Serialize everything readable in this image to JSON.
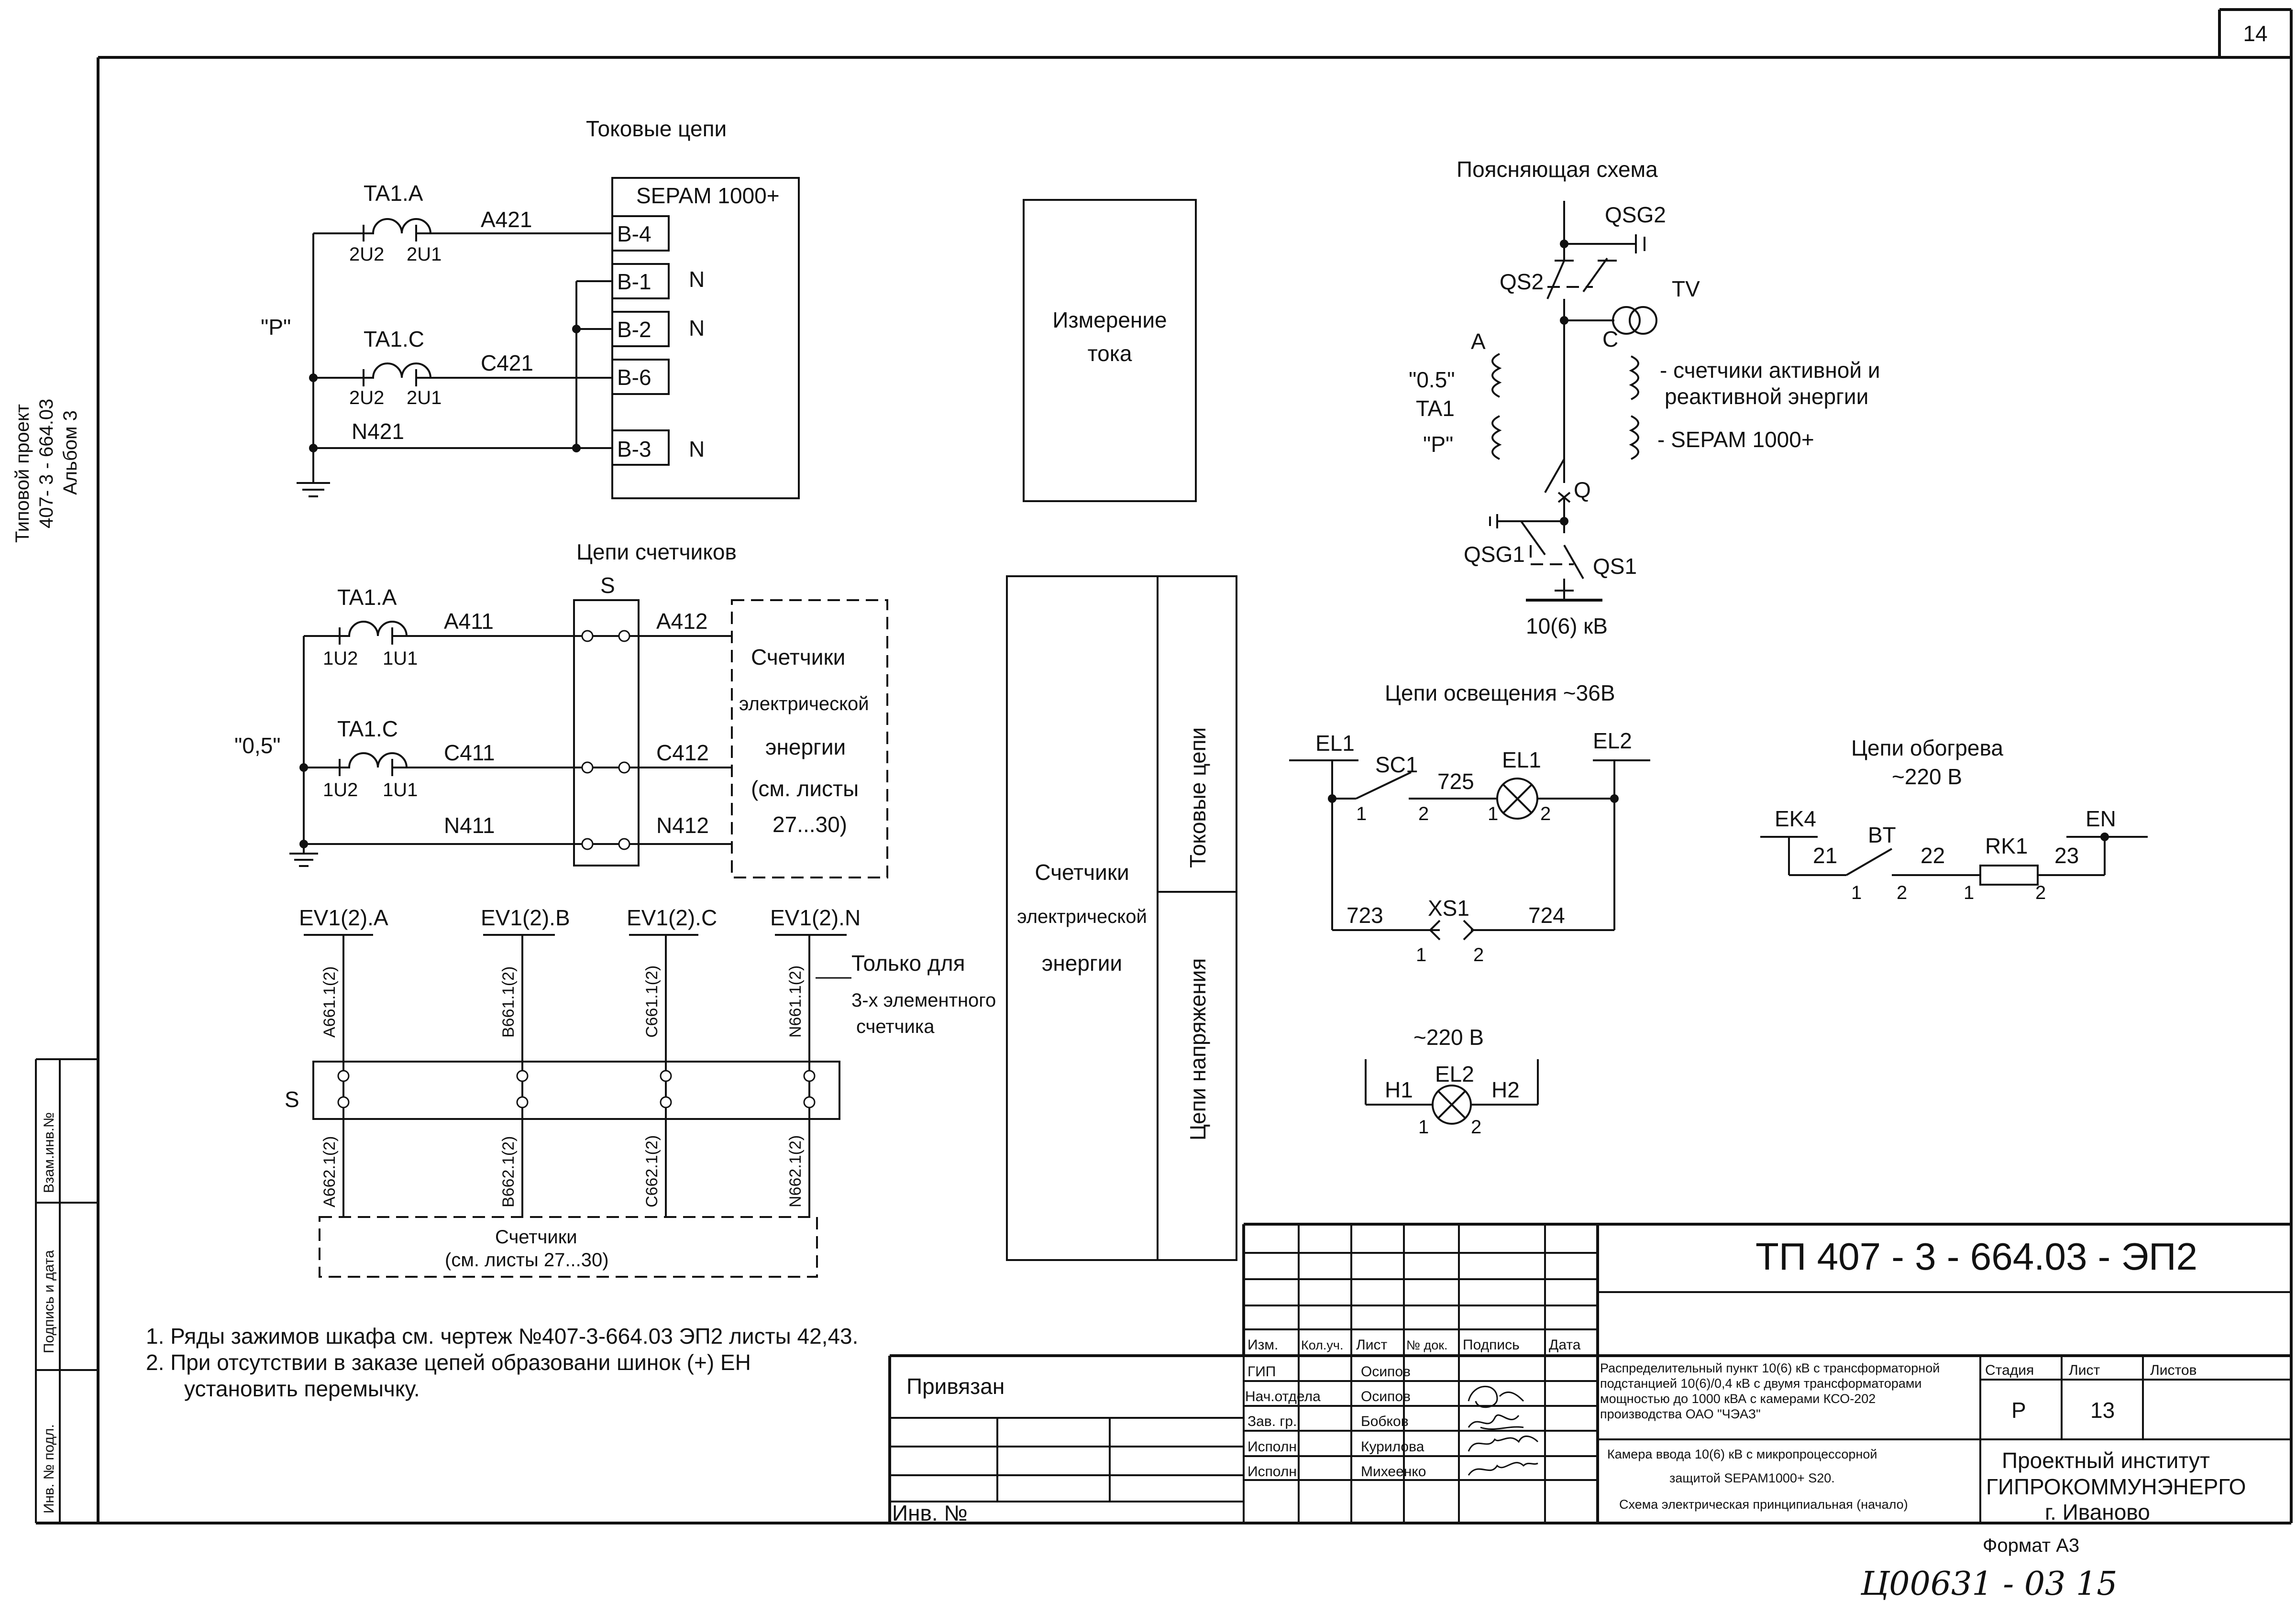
{
  "sheet_corner_number": "14",
  "side_stamp": {
    "line1": "Типовой проект",
    "line2": "407- 3 - 664.03",
    "line3": "Альбом  3",
    "vzam": "Взам.инв.№",
    "podpis": "Подпись и дата",
    "inv_podl": "Инв. № подл."
  },
  "current_circuits": {
    "title": "Токовые цепи",
    "sepam": "SEPAM 1000+",
    "ta1a": "TA1.A",
    "ta1c": "TA1.C",
    "u2": "2U2",
    "u1": "2U1",
    "a421": "A421",
    "c421": "C421",
    "n421": "N421",
    "p_label": "\"Р\"",
    "b4": "B-4",
    "b1": "B-1",
    "b2": "B-2",
    "b6": "B-6",
    "b3": "B-3",
    "n": "N"
  },
  "meter_circuits": {
    "title": "Цепи счетчиков",
    "s": "S",
    "ta1a": "TA1.A",
    "ta1c": "TA1.C",
    "u2": "1U2",
    "u1": "1U1",
    "a411": "A411",
    "c411": "C411",
    "n411": "N411",
    "a412": "A412",
    "c412": "C412",
    "n412": "N412",
    "class_label": "\"0,5\"",
    "box_l1": "Счетчики",
    "box_l2": "электрической",
    "box_l3": "энергии",
    "box_l4": "(см.  листы",
    "box_l5": "27...30)"
  },
  "voltage_circuits": {
    "eva": "EV1(2).A",
    "evb": "EV1(2).B",
    "evc": "EV1(2).C",
    "evn": "EV1(2).N",
    "a661": "A661.1(2)",
    "b661": "B661.1(2)",
    "c661": "C661.1(2)",
    "n661": "N661.1(2)",
    "a662": "A662.1(2)",
    "b662": "B662.1(2)",
    "c662": "C662.1(2)",
    "n662": "N662.1(2)",
    "s": "S",
    "only_l1": "Только для",
    "only_l2": "3-х элементного",
    "only_l3": "счетчика",
    "box_l1": "Счетчики",
    "box_l2": "(см. листы  27...30)"
  },
  "measure_box": {
    "l1": "Измерение",
    "l2": "тока"
  },
  "meters_box": {
    "l1": "Счетчики",
    "l2": "электрической",
    "l3": "энергии",
    "side_top": "Токовые цепи",
    "side_bottom": "Цепи напряжения"
  },
  "explain": {
    "title": "Поясняющая схема",
    "qsg2": "QSG2",
    "qs2": "QS2",
    "tv": "TV",
    "a": "A",
    "c": "C",
    "cls05": "\"0.5\"",
    "ta1": "TA1",
    "p": "\"Р\"",
    "meters_l1": "- счетчики активной и",
    "meters_l2": "реактивной энергии",
    "sepam": "- SEPAM 1000+",
    "q": "Q",
    "qsg1": "QSG1",
    "qs1": "QS1",
    "kv": "10(6) кВ"
  },
  "lighting": {
    "title": "Цепи освещения ~36В",
    "el1a": "EL1",
    "sc1": "SC1",
    "n725": "725",
    "el1": "EL1",
    "el2": "EL2",
    "one": "1",
    "two": "2",
    "n723": "723",
    "xs1": "XS1",
    "n724": "724"
  },
  "lamp220": {
    "title": "~220 В",
    "el2": "EL2",
    "h1": "H1",
    "h2": "H2",
    "one": "1",
    "two": "2"
  },
  "heating": {
    "title_l1": "Цепи обогрева",
    "title_l2": "~220 В",
    "ek4": "EK4",
    "bt": "BT",
    "rk1": "RK1",
    "en": "EN",
    "n21": "21",
    "n22": "22",
    "n23": "23",
    "one": "1",
    "two": "2"
  },
  "notes": {
    "n1": "1.  Ряды зажимов шкафа см. чертеж №407-3-664.03 ЭП2 листы 42,43.",
    "n2a": "2.  При отсутствии в заказе цепей образовани шинок (+) ЕН",
    "n2b": "установить перемычку."
  },
  "title_block": {
    "code": "ТП  407 - 3 - 664.03 - ЭП2",
    "privyazan": "Привязан",
    "inv": "Инв. №",
    "h_izm": "Изм.",
    "h_kol": "Кол.уч.",
    "h_list": "Лист",
    "h_ndok": "№ док.",
    "h_podp": "Подпись",
    "h_data": "Дата",
    "r1_role": "ГИП",
    "r1_name": "Осипов",
    "r2_role": "Нач.отдела",
    "r2_name": "Осипов",
    "r3_role": "Зав. гр.",
    "r3_name": "Бобков",
    "r4_role": "Исполн.",
    "r4_name": "Курилова",
    "r5_role": "Исполн.",
    "r5_name": "Михеенко",
    "desc_l1": "Распределительный пункт 10(6) кВ с трансформаторной",
    "desc_l2": "подстанцией 10(6)/0,4 кВ с двумя трансформаторами",
    "desc_l3": "мощностью до 1000 кВА с камерами КСО-202",
    "desc_l4": "производства ОАО \"ЧЭАЗ\"",
    "stadia_h": "Стадия",
    "list_h": "Лист",
    "listov_h": "Листов",
    "stadia": "Р",
    "list": "13",
    "cam_l1": "Камера ввода 10(6) кВ с микропроцессорной",
    "cam_l2": "защитой SEPAM1000+ S20.",
    "cam_l3": "Схема электрическая принципиальная (начало)",
    "org_l1": "Проектный институт",
    "org_l2": "ГИПРОКОММУНЭНЕРГО",
    "org_l3": "г. Иваново",
    "format": "Формат А3",
    "handwritten": "Ц00631 - 03      15"
  }
}
